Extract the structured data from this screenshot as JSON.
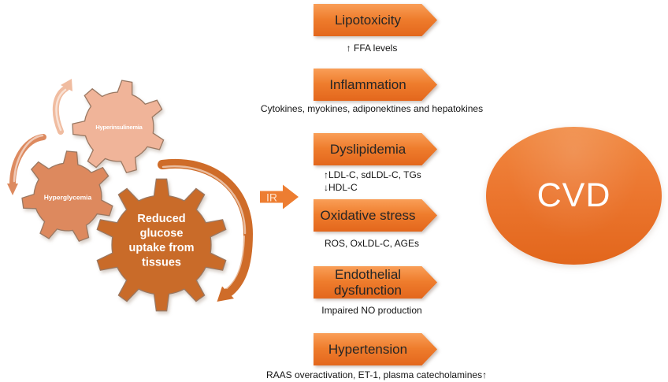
{
  "figure": {
    "gears": [
      {
        "label": "Hyperinsulinemia",
        "color": "#f0b499"
      },
      {
        "label": "Hyperglycemia",
        "color": "#dd895e"
      },
      {
        "label_lines": [
          "Reduced",
          "glucose",
          "uptake from",
          "tissues"
        ],
        "color": "#c96b29"
      }
    ],
    "ir": {
      "label": "IR"
    },
    "pathways": [
      {
        "label": "Lipotoxicity",
        "notes": [
          "↑ FFA levels"
        ]
      },
      {
        "label": "Inflammation",
        "notes": [
          "Cytokines, myokines, adiponektines and hepatokines"
        ]
      },
      {
        "label": "Dyslipidemia",
        "notes": [
          "↑LDL-C, sdLDL-C, TGs",
          "↓HDL-C"
        ]
      },
      {
        "label": "Oxidative stress",
        "notes": [
          "ROS, OxLDL-C, AGEs"
        ]
      },
      {
        "label": "Endothelial dysfunction",
        "notes": [
          "Impaired NO production"
        ]
      },
      {
        "label": "Hypertension",
        "notes": [
          "RAAS overactivation, ET-1, plasma catecholamines↑"
        ]
      }
    ],
    "outcome": {
      "label": "CVD"
    },
    "colors": {
      "arrow_top": "#f99e57",
      "arrow_mid": "#ee7c2c",
      "arrow_bottom": "#e3661c",
      "cvd_top": "#f08840",
      "cvd_mid": "#ec7730",
      "cvd_bottom": "#e2661c",
      "label_text": "#262626",
      "note_text": "#141414",
      "gear_text": "#ffffff",
      "gear_stroke": "#9a7862",
      "ir_fill": "#ed7d31",
      "ir_text": "#ffe3cc",
      "arc_small": "#f0bca0",
      "arc_left": "#dd8a5f",
      "arc_big": "#cf6c29"
    }
  }
}
